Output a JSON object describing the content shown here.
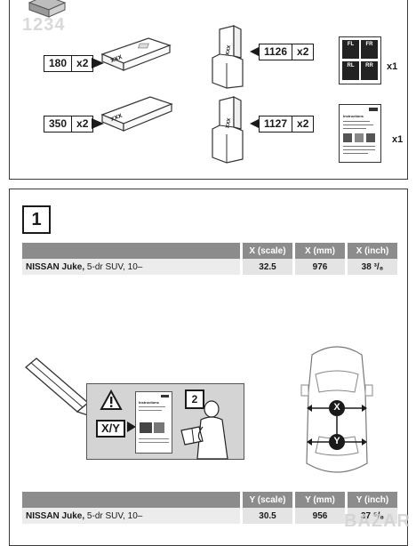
{
  "parts": {
    "pad_small": {
      "number": "180",
      "qty": "x2",
      "marking": "xxx"
    },
    "pad_large": {
      "number": "350",
      "qty": "x2",
      "marking": "xxx"
    },
    "bracket_a": {
      "number": "1126",
      "qty": "x2",
      "marking": "xxx"
    },
    "bracket_b": {
      "number": "1127",
      "qty": "x2",
      "marking": "xxx"
    },
    "stickers": {
      "qty": "x1",
      "labels": [
        "FL",
        "FR",
        "RL",
        "RR"
      ]
    },
    "manual": {
      "qty": "x1",
      "title": "Instructions"
    },
    "key_number": "1234"
  },
  "step": {
    "number": "1",
    "top_table": {
      "headers": [
        "X (scale)",
        "X (mm)",
        "X (inch)"
      ],
      "row": {
        "model": "NISSAN Juke,",
        "spec": "5-dr SUV, 10–",
        "values": [
          "32.5",
          "976",
          "38 ³/₈"
        ]
      }
    },
    "illustration": {
      "label": "X/Y",
      "page_number": "2",
      "manual_title": "Instructions",
      "car_marks": [
        "X",
        "Y"
      ]
    },
    "bottom_table": {
      "headers": [
        "Y (scale)",
        "Y (mm)",
        "Y (inch)"
      ],
      "row": {
        "model": "NISSAN Juke,",
        "spec": "5-dr SUV, 10–",
        "values": [
          "30.5",
          "956",
          "37 ⁵/₈"
        ]
      }
    }
  },
  "watermark": "BAZAR"
}
